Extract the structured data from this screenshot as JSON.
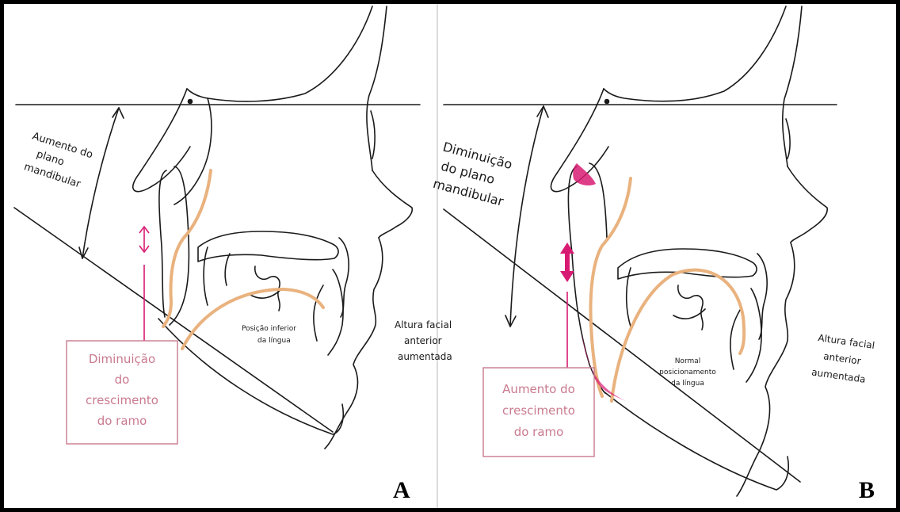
{
  "colors": {
    "outline": "#1a1a1a",
    "tongue": "#e9b27e",
    "pink": "#d81b72",
    "pink_text": "#c97a8e",
    "pink_box": "#c97a8e"
  },
  "panel_a": {
    "letter": "A",
    "mandibular_label": [
      "Aumento do",
      "plano",
      "mandibular"
    ],
    "facial_label": [
      "Altura facial",
      "anterior",
      "aumentada"
    ],
    "tongue_label": [
      "Posição inferior",
      "da língua"
    ],
    "ramus_box": [
      "Diminuição",
      "do",
      "crescimento",
      "do ramo"
    ]
  },
  "panel_b": {
    "letter": "B",
    "mandibular_label": [
      "Diminuição",
      "do plano",
      "mandibular"
    ],
    "facial_label": [
      "Altura facial",
      "anterior",
      "aumentada"
    ],
    "tongue_label": [
      "Normal",
      "posicionamento",
      "da língua"
    ],
    "ramus_box": [
      "Aumento do",
      "crescimento",
      "do ramo"
    ]
  }
}
